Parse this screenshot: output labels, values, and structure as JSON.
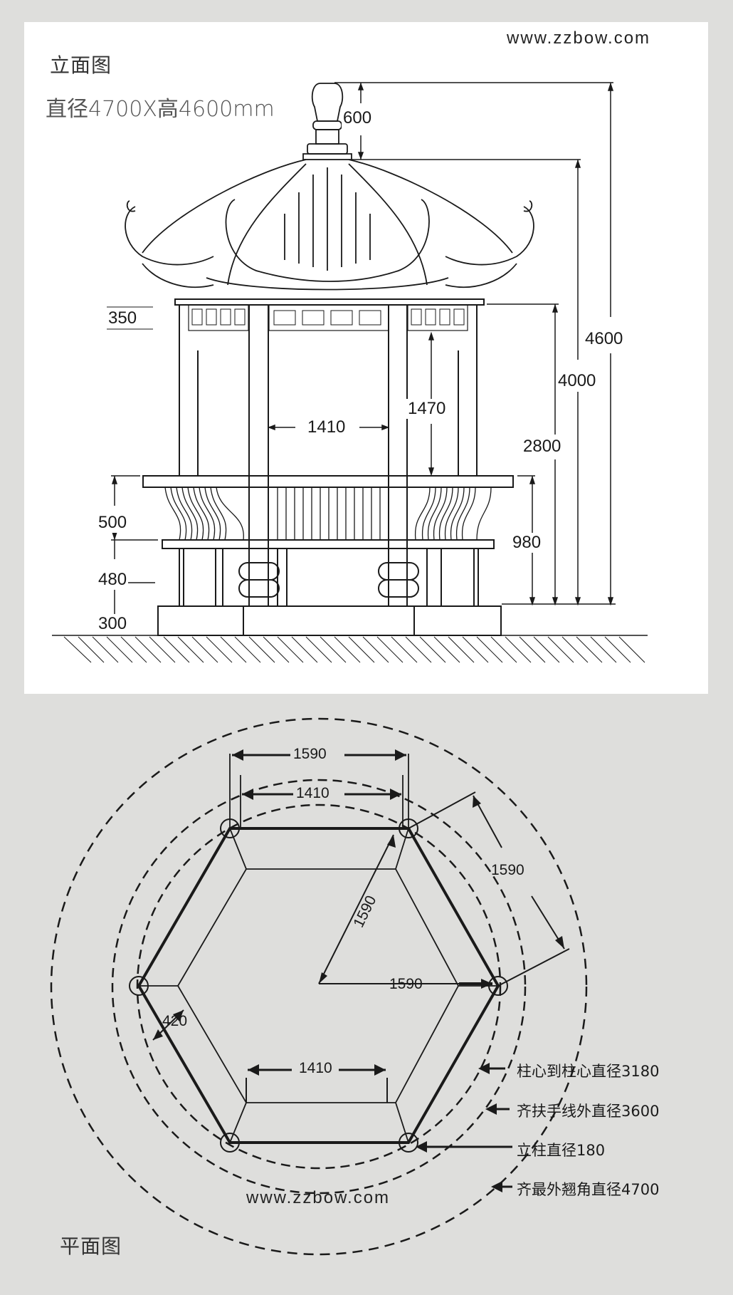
{
  "elevation": {
    "title": "立面图",
    "subtitle": "直径4700X高4600mm",
    "watermark": "www.zzbow.com",
    "dimensions": {
      "finial_height": "600",
      "total_height": "4600",
      "roof_base_height": "4000",
      "column_height": "2800",
      "frieze_height": "350",
      "opening_height": "1470",
      "opening_width": "1410",
      "seat_back_height": "500",
      "seat_height": "480",
      "platform_height": "300",
      "seat_total_height": "980"
    }
  },
  "plan": {
    "title": "平面图",
    "watermark": "www.zzbow.com",
    "dimensions": {
      "top_outer_span": "1590",
      "top_inner_span": "1410",
      "side_span": "1590",
      "radius_diagonal": "1590",
      "radius_horizontal": "1590",
      "seat_depth": "420",
      "bottom_inner_span": "1410"
    },
    "legend": [
      {
        "label": "柱心到柱心直径3180"
      },
      {
        "label": "齐扶手线外直径3600"
      },
      {
        "label": "立柱直径180"
      },
      {
        "label": "齐最外翘角直径4700"
      }
    ]
  }
}
